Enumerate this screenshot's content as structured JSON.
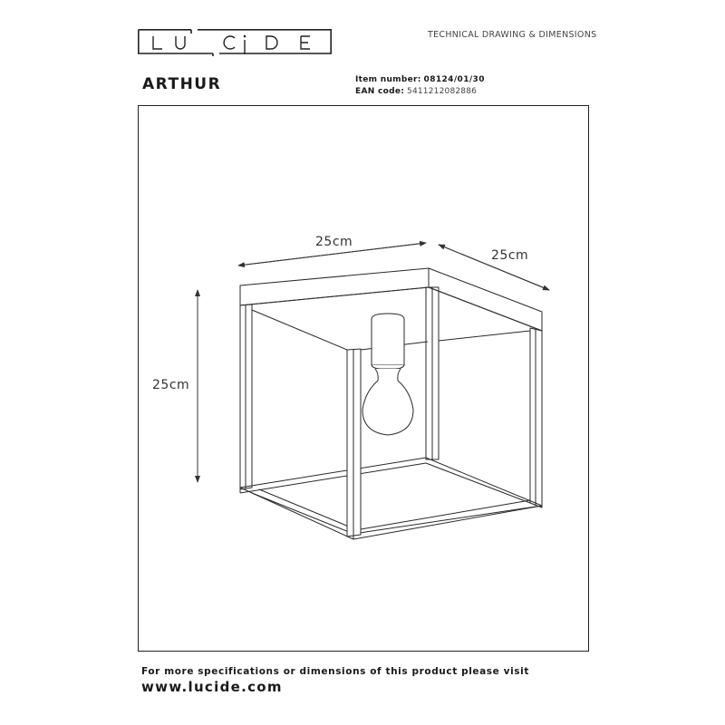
{
  "header": {
    "logo_text": "LUCIDE",
    "logo_letters": [
      "L",
      "U",
      "C",
      "I",
      "D",
      "E"
    ],
    "document_type": "TECHNICAL DRAWING & DIMENSIONS"
  },
  "product": {
    "name": "ARTHUR",
    "item_number_label": "Item number:",
    "item_number": "08124/01/30",
    "ean_label": "EAN code",
    "ean_code": "5411212082886"
  },
  "drawing": {
    "subject": "square ceiling lamp cage with exposed bulb",
    "icons": [
      "cube-frame-icon",
      "light-bulb-icon"
    ],
    "dimensions": {
      "width": "25cm",
      "depth": "25cm",
      "height": "25cm"
    },
    "line_color": "#333333",
    "frame_color": "#222222"
  },
  "footer": {
    "info_text": "For more specifications or dimensions of this product please visit",
    "website": "www.lucide.com"
  }
}
